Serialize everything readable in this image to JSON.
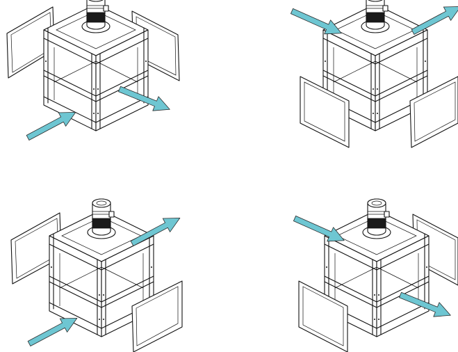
{
  "figure": {
    "views": [
      {
        "id": "view-top-left",
        "airflow": "in-front-out-side"
      },
      {
        "id": "view-top-right",
        "airflow": "in-top-out-top"
      },
      {
        "id": "view-bottom-left",
        "airflow": "in-front-out-top"
      },
      {
        "id": "view-bottom-right",
        "airflow": "in-top-out-side"
      }
    ],
    "arrow_color": "#6ec6d2",
    "line_color": "#111111",
    "panel_color": "#ffffff"
  }
}
